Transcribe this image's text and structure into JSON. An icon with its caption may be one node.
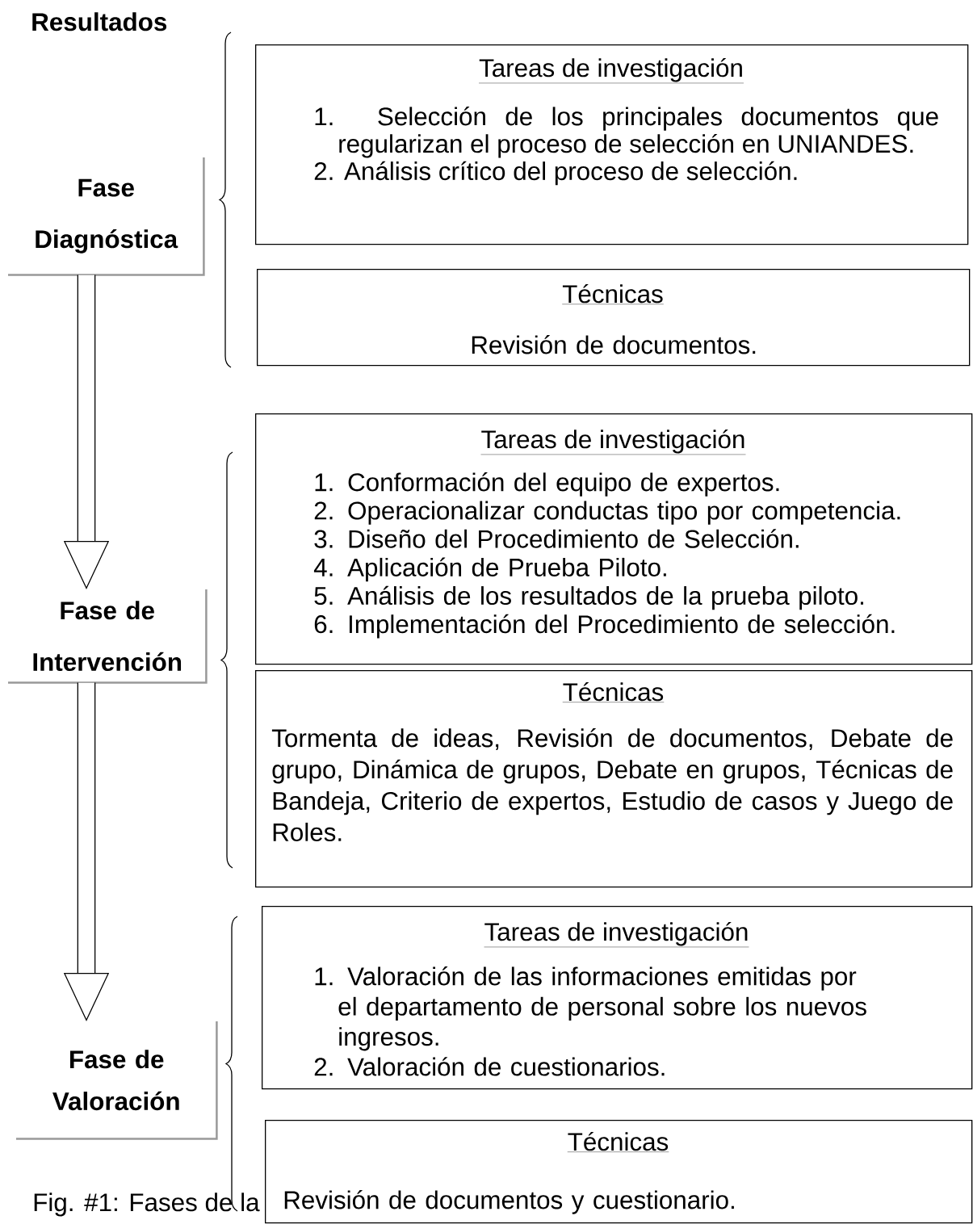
{
  "diagram": {
    "title": "Resultados",
    "caption": "Fig. #1: Fases de la",
    "nodes": [
      {
        "text": [
          "Fase Diagnóstica"
        ]
      },
      {
        "text": [
          "Tareas de investigación",
          "1. Selección de los principales documentos que regularizan el proceso de selección en UNIANDES.",
          "2. Análisis crítico del proceso de selección."
        ]
      },
      {
        "text": [
          "Técnicas",
          "Revisión de documentos."
        ]
      },
      {
        "text": [
          "Fase de Intervención"
        ]
      },
      {
        "text": [
          "Tareas de investigación",
          "1. Conformación del equipo de expertos.",
          "2. Operacionalizar conductas tipo por competencia.",
          "3. Diseño del Procedimiento de Selección.",
          "4. Aplicación de Prueba Piloto.",
          "5. Análisis de los resultados de la prueba piloto.",
          "6. Implementación del Procedimiento de selección."
        ]
      },
      {
        "text": [
          "Técnicas",
          "Tormenta de ideas, Revisión de documentos, Debate de grupo, Dinámica de grupos, Debate en grupos, Técnicas de Bandeja, Criterio de expertos, Estudio de casos y Juego de Roles."
        ]
      },
      {
        "text": [
          "Fase de Valoración"
        ]
      },
      {
        "text": [
          "Tareas de investigación",
          "1. Valoración de las informaciones emitidas por el departamento de personal sobre los nuevos ingresos.",
          "2. Valoración de cuestionarios."
        ]
      },
      {
        "text": [
          "Técnicas",
          "Revisión de documentos y cuestionario."
        ]
      }
    ],
    "edges": [
      {
        "from": 0,
        "to": 3,
        "arrow": "to"
      },
      {
        "from": 3,
        "to": 6,
        "arrow": "to"
      }
    ]
  }
}
